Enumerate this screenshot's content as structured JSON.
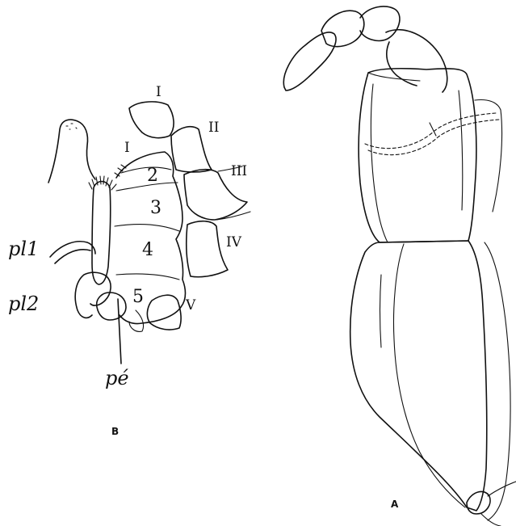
{
  "panels": {
    "a": "A",
    "b": "B"
  },
  "labels": {
    "pl1": "pl1",
    "pl2": "pl2",
    "pe": "pé",
    "roman": [
      "I",
      "II",
      "III",
      "IV",
      "V"
    ],
    "inner_I": "I",
    "segments": [
      "2",
      "3",
      "4",
      "5"
    ]
  }
}
